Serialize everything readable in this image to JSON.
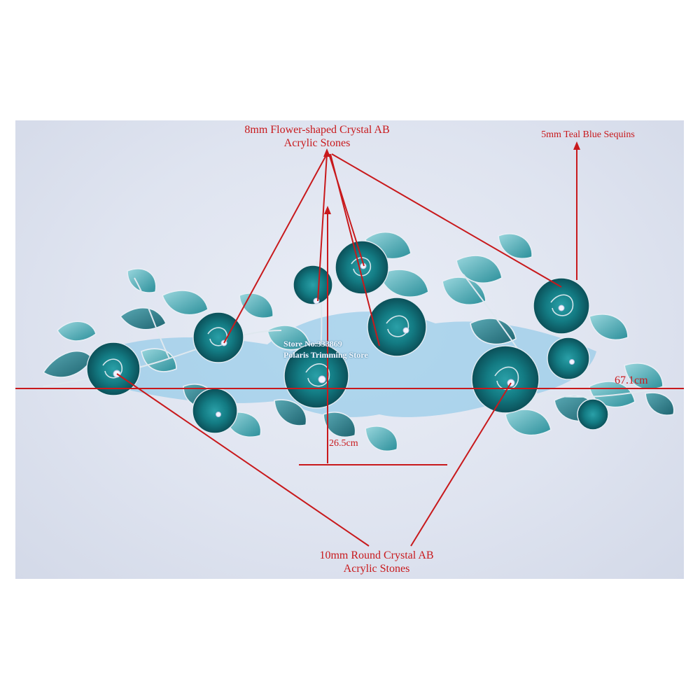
{
  "annotations": {
    "flower_stone_line1": "8mm Flower-shaped Crystal AB",
    "flower_stone_line2": "Acrylic Stones",
    "sequins": "5mm Teal Blue Sequins",
    "round_stone_line1": "10mm Round Crystal AB",
    "round_stone_line2": "Acrylic Stones",
    "width_measure": "67.1cm",
    "height_measure": "26.5cm"
  },
  "watermark": {
    "line1": "Store No.333869",
    "line2": "Polaris Trimming Store"
  },
  "colors": {
    "annotation": "#c8191c",
    "background": "#dfe4f0",
    "lace_teal": "#1f9aa3",
    "lace_dark": "#0f5f68",
    "lace_light": "#8fd3dc",
    "mesh": "#7fc3e6"
  }
}
